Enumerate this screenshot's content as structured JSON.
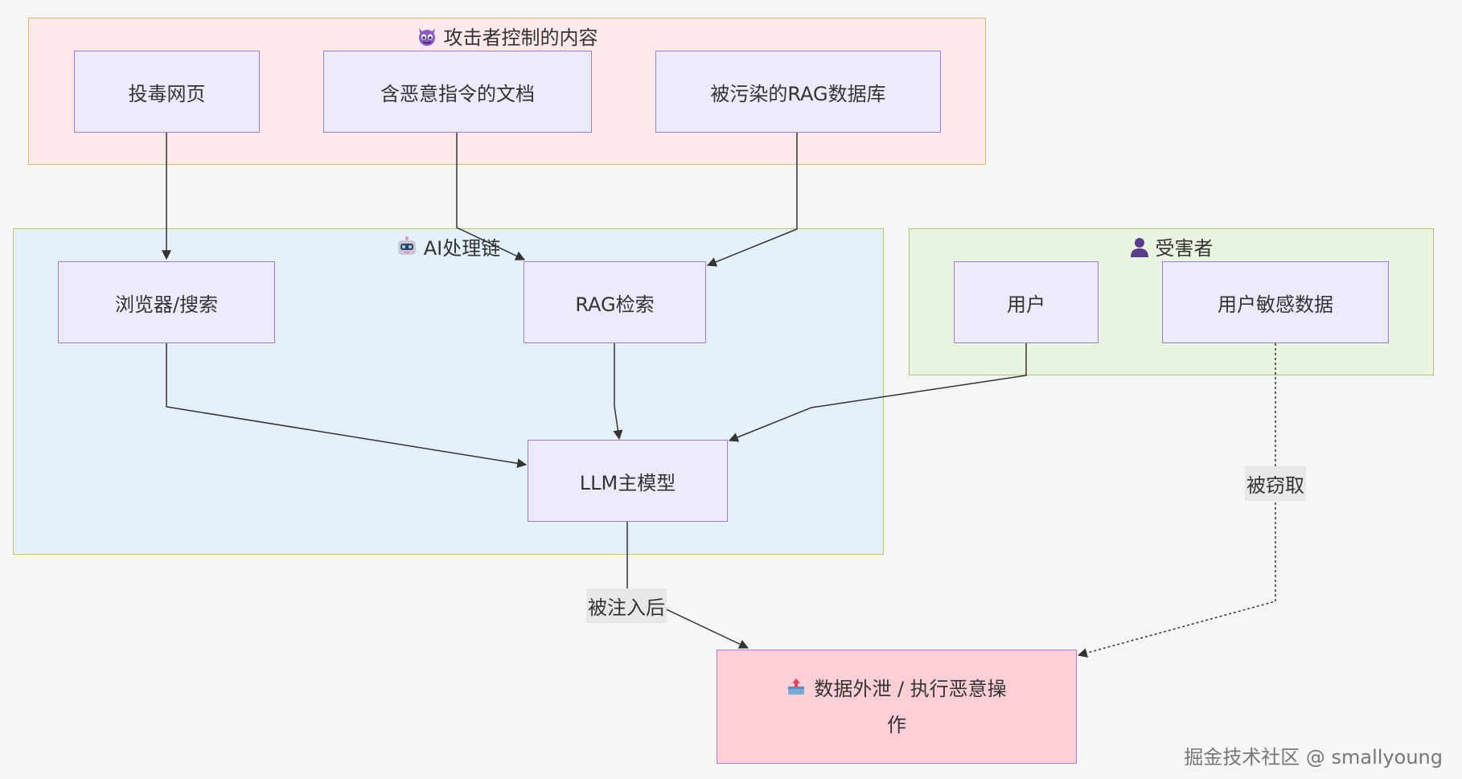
{
  "groups": {
    "attacker": {
      "title": "攻击者控制的内容",
      "icon": "devil-icon"
    },
    "ai": {
      "title": "AI处理链",
      "icon": "robot-icon"
    },
    "victim": {
      "title": "受害者",
      "icon": "user-silhouette-icon"
    }
  },
  "nodes": {
    "poison_page": "投毒网页",
    "malicious_doc": "含恶意指令的文档",
    "poisoned_rag_db": "被污染的RAG数据库",
    "browser_search": "浏览器/搜索",
    "rag_retrieval": "RAG检索",
    "llm_main": "LLM主模型",
    "user": "用户",
    "user_sensitive_data": "用户敏感数据",
    "exfiltration_line1": "数据外泄 / 执行恶意操",
    "exfiltration_line2": "作",
    "exfiltration_icon": "outbox-tray-icon"
  },
  "edge_labels": {
    "after_injection": "被注入后",
    "stolen": "被窃取"
  },
  "watermark": "掘金技术社区 @ smallyoung",
  "colors": {
    "attacker_fill": "#ffe9ec",
    "attacker_border": "#c9c167",
    "ai_fill": "#e4f1fd",
    "ai_border": "#c1c36a",
    "victim_fill": "#e9f5e1",
    "victim_border": "#b8c66a",
    "node_fill": "#ecebfd",
    "node_border": "#9f7ad8",
    "danger_fill": "#ffcfd7",
    "edge": "#333333"
  }
}
